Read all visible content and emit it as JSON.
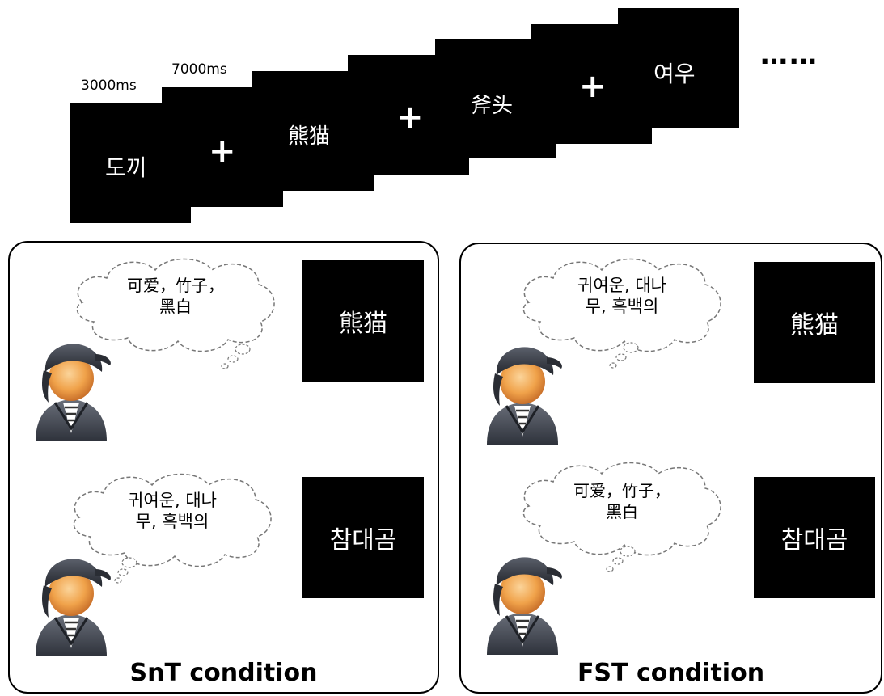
{
  "timeline": {
    "timings": [
      "3000ms",
      "7000ms"
    ],
    "frames": [
      "도끼",
      "+",
      "熊猫",
      "+",
      "斧头",
      "+",
      "여우"
    ],
    "ellipsis": "……"
  },
  "panels": [
    {
      "title": "SnT condition",
      "trials": [
        {
          "thought_line1": "可爱，竹子，",
          "thought_line2": "黑白",
          "word": "熊猫"
        },
        {
          "thought_line1": "귀여운, 대나",
          "thought_line2": "무, 흑백의",
          "word": "참대곰"
        }
      ]
    },
    {
      "title": "FST condition",
      "trials": [
        {
          "thought_line1": "귀여운, 대나",
          "thought_line2": "무, 흑백의",
          "word": "熊猫"
        },
        {
          "thought_line1": "可爱，竹子，",
          "thought_line2": "黑白",
          "word": "참대곰"
        }
      ]
    }
  ]
}
